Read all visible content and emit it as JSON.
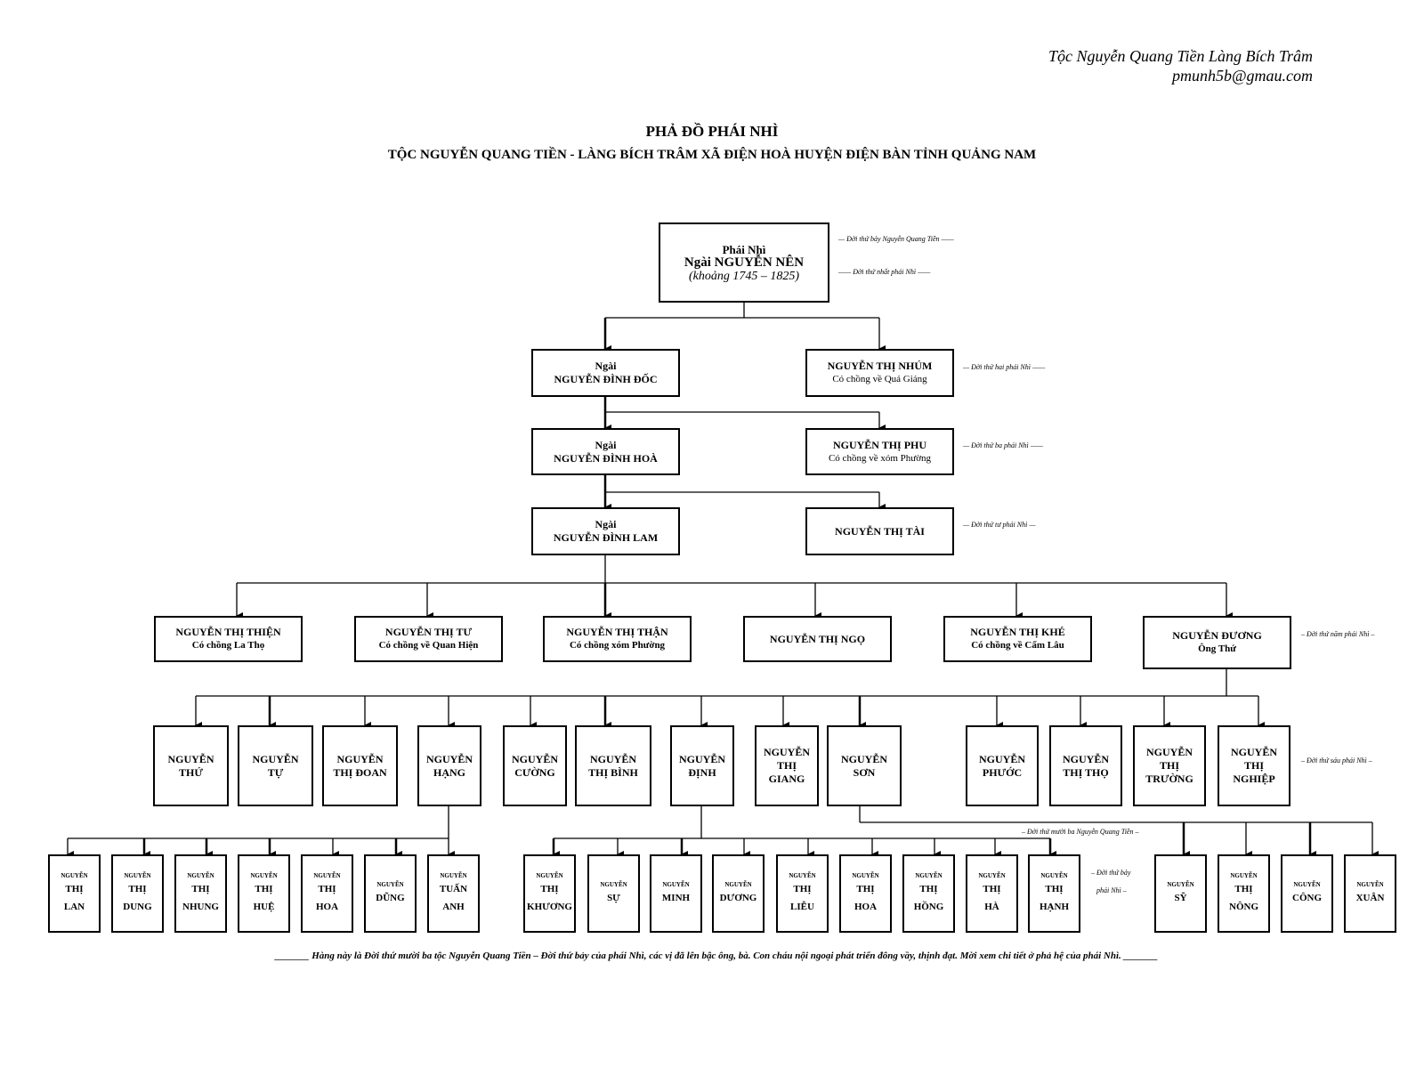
{
  "header": {
    "line1": "Tộc Nguyễn Quang Tiền Làng Bích Trâm",
    "line2": "pmunh5b@gmau.com"
  },
  "title": "PHẢ ĐỒ PHÁI NHÌ",
  "subtitle": "TỘC NGUYỄN QUANG TIỀN - LÀNG BÍCH TRÂM XÃ ĐIỆN HOÀ HUYỆN ĐIỆN BÀN TỈNH QUẢNG NAM",
  "root": {
    "l1": "Phái Nhì",
    "l2": "Ngài NGUYỄN NÊN",
    "l3": "(khoảng 1745 – 1825)"
  },
  "gen2": {
    "doc": {
      "l1": "Ngài",
      "l2": "NGUYỄN ĐÌNH ĐỐC"
    },
    "nhum": {
      "l1": "NGUYỄN THỊ NHÚM",
      "l2": "Có chồng về Quá Giáng"
    }
  },
  "gen3": {
    "hoa": {
      "l1": "Ngài",
      "l2": "NGUYỄN ĐÌNH HOÀ"
    },
    "phu": {
      "l1": "NGUYỄN THỊ PHU",
      "l2": "Có chồng về xóm Phường"
    }
  },
  "gen4": {
    "lam": {
      "l1": "Ngài",
      "l2": "NGUYỄN ĐÌNH LAM"
    },
    "tai": {
      "l1": "NGUYỄN THỊ TÀI"
    }
  },
  "gen5": [
    {
      "l1": "NGUYỄN THỊ THIỆN",
      "l2": "Có chồng La Thọ"
    },
    {
      "l1": "NGUYỄN THỊ TƯ",
      "l2": "Có chồng về Quan Hiện"
    },
    {
      "l1": "NGUYỄN THỊ THẬN",
      "l2": "Có chồng xóm Phường"
    },
    {
      "l1": "NGUYỄN THỊ NGỌ",
      "l2": ""
    },
    {
      "l1": "NGUYỄN THỊ KHÉ",
      "l2": "Có chồng về Cẩm Lâu"
    },
    {
      "l1": "NGUYỄN ĐƯƠNG",
      "l2": "Ông Thứ"
    }
  ],
  "gen6": [
    [
      "NGUYỄN",
      "THỨ"
    ],
    [
      "NGUYỄN",
      "TỰ"
    ],
    [
      "NGUYỄN",
      "THỊ ĐOAN"
    ],
    [
      "NGUYỄN",
      "HẠNG"
    ],
    [
      "NGUYỄN",
      "CƯỜNG"
    ],
    [
      "NGUYỄN",
      "THỊ BÌNH"
    ],
    [
      "NGUYỄN",
      "ĐỊNH"
    ],
    [
      "NGUYỄN",
      "THỊ",
      "GIANG"
    ],
    [
      "NGUYỄN",
      "SƠN"
    ],
    [
      "NGUYỄN",
      "PHƯỚC"
    ],
    [
      "NGUYỄN",
      "THỊ THỌ"
    ],
    [
      "NGUYỄN",
      "THỊ",
      "TRƯỜNG"
    ],
    [
      "NGUYỄN",
      "THỊ",
      "NGHIỆP"
    ]
  ],
  "gen7": [
    [
      "NGUYỄN",
      "THỊ",
      "LAN"
    ],
    [
      "NGUYỄN",
      "THỊ",
      "DUNG"
    ],
    [
      "NGUYỄN",
      "THỊ",
      "NHUNG"
    ],
    [
      "NGUYỄN",
      "THỊ",
      "HUỆ"
    ],
    [
      "NGUYỄN",
      "THỊ",
      "HOA"
    ],
    [
      "NGUYỄN",
      "DŨNG"
    ],
    [
      "NGUYỄN",
      "TUẤN",
      "ANH"
    ],
    [
      "NGUYỄN",
      "THỊ",
      "KHƯƠNG"
    ],
    [
      "NGUYỄN",
      "SỰ"
    ],
    [
      "NGUYỄN",
      "MINH"
    ],
    [
      "NGUYỄN",
      "DƯƠNG"
    ],
    [
      "NGUYỄN",
      "THỊ",
      "LIỄU"
    ],
    [
      "NGUYỄN",
      "THỊ",
      "HOA"
    ],
    [
      "NGUYỄN",
      "THỊ",
      "HỒNG"
    ],
    [
      "NGUYỄN",
      "THỊ",
      "HÀ"
    ],
    [
      "NGUYỄN",
      "THỊ",
      "HẠNH"
    ],
    [
      "NGUYỄN",
      "SỸ"
    ],
    [
      "NGUYỄN",
      "THỊ",
      "NÔNG"
    ],
    [
      "NGUYỄN",
      "CÔNG"
    ],
    [
      "NGUYỄN",
      "XUÂN"
    ]
  ],
  "notes": {
    "n1": "— Đời thứ bảy Nguyễn Quang Tiền ——",
    "n2": "—— Đời thứ nhất phái Nhì ——",
    "n3": "— Đời thứ hai phái Nhì ——",
    "n4": "— Đời thứ ba phái Nhì ——",
    "n5": "— Đời thứ tư phái Nhì —",
    "n6": "– Đời thứ năm phái Nhì –",
    "n7": "– Đời thứ sáu phái Nhì –",
    "n8": "– Đời thứ mười ba Nguyễn Quang Tiền –",
    "n9a": "– Đời thứ bảy",
    "n9b": "phái Nhì –"
  },
  "footer": "_______  Hàng này là Đời thứ mười ba tộc Nguyễn Quang Tiền – Đời thứ bảy của phái Nhì, các vị đã lên bậc ông, bà. Con cháu nội ngoại phát triển đông vầy, thịnh đạt. Mời xem chi tiết ở phả hệ của  phái Nhì. _______"
}
